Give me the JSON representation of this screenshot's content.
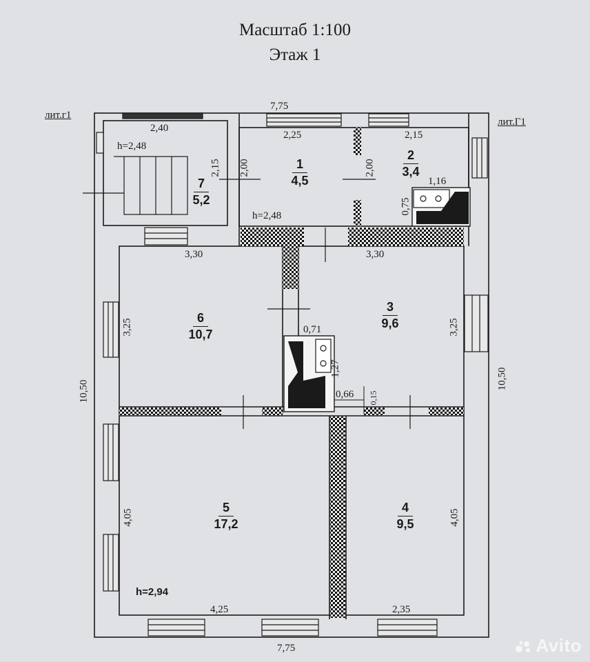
{
  "header": {
    "scale": "Масштаб 1:100",
    "floor": "Этаж 1"
  },
  "tags": {
    "left": "лит.г1",
    "right": "лит.Г1"
  },
  "overall": {
    "top_width": "7,75",
    "bottom_width": "7,75",
    "left_height": "10,50",
    "right_height": "10,50"
  },
  "rooms": [
    {
      "number": "1",
      "area": "4,5"
    },
    {
      "number": "2",
      "area": "3,4"
    },
    {
      "number": "3",
      "area": "9,6"
    },
    {
      "number": "4",
      "area": "9,5"
    },
    {
      "number": "5",
      "area": "17,2"
    },
    {
      "number": "6",
      "area": "10,7"
    },
    {
      "number": "7",
      "area": "5,2"
    }
  ],
  "dims": {
    "r7_w": "2,40",
    "r7_h": "h=2,48",
    "r7_side": "2,15",
    "r1_w": "2,25",
    "r1_side_l": "2,00",
    "r1_side_r": "2,00",
    "r1_h": "h=2,48",
    "r2_w": "2,15",
    "r2_stove_w": "1,16",
    "r2_stove_h": "0,75",
    "r6_w": "3,30",
    "r6_h": "3,25",
    "r3_w": "3,30",
    "r3_h": "3,25",
    "stove_w": "0,71",
    "stove_h": "1,27",
    "stove_d": "0,66",
    "stove_gap": "0,15",
    "r5_w": "4,25",
    "r5_h": "4,05",
    "r5_ceiling": "h=2,94",
    "r4_w": "2,35",
    "r4_h": "4,05"
  },
  "watermark": "Avito"
}
